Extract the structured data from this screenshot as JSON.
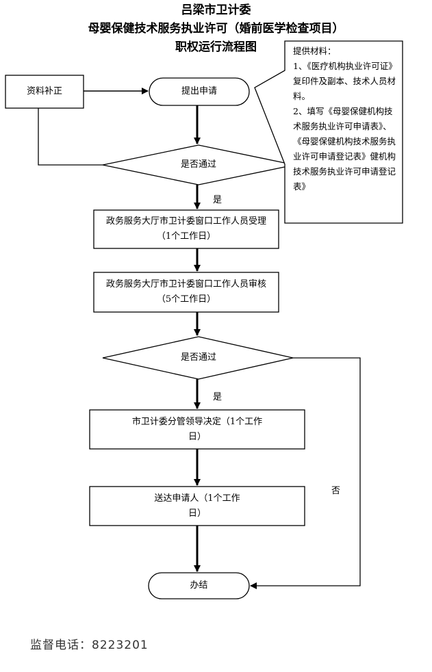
{
  "title": {
    "line1": "吕梁市卫计委",
    "line2": "母婴保健技术服务执业许可（婚前医学检查项目）",
    "line3": "职权运行流程图"
  },
  "nodes": {
    "supplement": "资料补正",
    "submit": "提出申请",
    "decision1": "是否通过",
    "accept": "政务服务大厅市卫计委窗口工作人员受理（1个工作日）",
    "review": "政务服务大厅市卫计委窗口工作人员审核（5个工作日）",
    "decision2": "是否通过",
    "decide": "市卫计委分管领导决定（1个工作日）",
    "deliver": "送达申请人（1个工作日）",
    "finish": "办结"
  },
  "labels": {
    "yes1": "是",
    "yes2": "是",
    "no": "否"
  },
  "materials": {
    "heading": "提供材料：",
    "item1": "1、《医疗机构执业许可证》复印件及副本、技术人员材料。",
    "item2": "2、填写《母婴保健机构技术服务执业许可申请表》、《母婴保健机构技术服务执业许可申请登记表》健机构技术服务执业许可申请登记表》"
  },
  "footer": {
    "hotline": "监督电话：8223201"
  }
}
